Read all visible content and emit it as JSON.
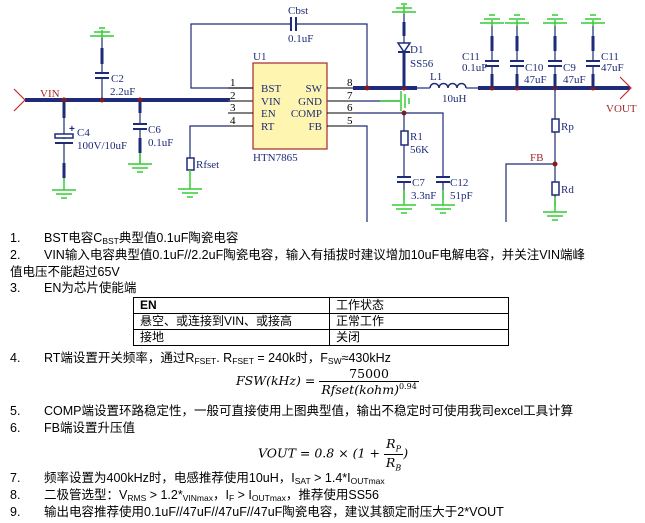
{
  "schematic": {
    "ic": {
      "ref": "U1",
      "part": "HTN7865",
      "pins_left": [
        {
          "num": "1",
          "name": "BST"
        },
        {
          "num": "2",
          "name": "VIN"
        },
        {
          "num": "3",
          "name": "EN"
        },
        {
          "num": "4",
          "name": "RT"
        }
      ],
      "pins_right": [
        {
          "num": "8",
          "name": "SW"
        },
        {
          "num": "7",
          "name": "GND"
        },
        {
          "num": "6",
          "name": "COMP"
        },
        {
          "num": "5",
          "name": "FB"
        }
      ]
    },
    "nets": {
      "vin": "VIN",
      "vout": "VOUT",
      "fb": "FB"
    },
    "components": {
      "cbst": {
        "ref": "Cbst",
        "value": "0.1uF"
      },
      "c2": {
        "ref": "C2",
        "value": "2.2uF"
      },
      "c4": {
        "ref": "C4",
        "value": "100V/10uF"
      },
      "c6": {
        "ref": "C6",
        "value": "0.1uF"
      },
      "rfset": {
        "ref": "Rfset"
      },
      "d1": {
        "ref": "D1",
        "value": "SS56"
      },
      "l1": {
        "ref": "L1",
        "value": "10uH"
      },
      "r1": {
        "ref": "R1",
        "value": "56K"
      },
      "c7": {
        "ref": "C7",
        "value": "3.3nF"
      },
      "c12": {
        "ref": "C12",
        "value": "51pF"
      },
      "c11a": {
        "ref": "C11",
        "value": "0.1uF"
      },
      "c10": {
        "ref": "C10",
        "value": "47uF"
      },
      "c9": {
        "ref": "C9",
        "value": "47uF"
      },
      "c11b": {
        "ref": "C11",
        "value": "47uF"
      },
      "rp": {
        "ref": "Rp"
      },
      "rd": {
        "ref": "Rd"
      }
    },
    "colors": {
      "wire": "#1e2b78",
      "ground": "#33cc33",
      "net_label": "#a5282a",
      "ic_fill": "#fdf5b0",
      "ic_border": "#a5282a"
    }
  },
  "notes": {
    "n1": {
      "num": "1.",
      "a": "BST电容C",
      "sub": "BST",
      "b": "典型值0.1uF陶瓷电容"
    },
    "n2": {
      "num": "2.",
      "text": "VIN输入电容典型值0.1uF//2.2uF陶瓷电容，输入有插拔时建议增加10uF电解电容，并关注VIN端峰",
      "cont": "值电压不能超过65V"
    },
    "n3": {
      "num": "3.",
      "text": "EN为芯片使能端"
    },
    "en_table": {
      "header": [
        "EN",
        "工作状态"
      ],
      "rows": [
        [
          "悬空、或连接到VIN、或接高",
          "正常工作"
        ],
        [
          "接地",
          "关闭"
        ]
      ]
    },
    "n4": {
      "num": "4.",
      "a": "RT端设置开关频率，通过R",
      "s1": "FSET",
      "b": ". R",
      "s2": "FSET",
      "c": " = 240k时，F",
      "s3": "SW",
      "d": "≈430kHz"
    },
    "f1": {
      "lhs": "FSW(kHz) = ",
      "num": "75000",
      "den": "Rfset(kohm)",
      "exp": "0.94"
    },
    "n5": {
      "num": "5.",
      "text": "COMP端设置环路稳定性，一般可直接使用上图典型值，输出不稳定时可使用我司excel工具计算"
    },
    "n6": {
      "num": "6.",
      "text": "FB端设置升压值"
    },
    "f2": {
      "lhs": "VOUT = 0.8 × (1 + ",
      "num": "R",
      "nsub": "P",
      "den": "R",
      "dsub": "B",
      "rhs": ")"
    },
    "n7": {
      "num": "7.",
      "a": "频率设置为400kHz时，电感推荐使用10uH，I",
      "s1": "SAT",
      "b": " > 1.4*I",
      "s2": "OUTmax"
    },
    "n8": {
      "num": "8.",
      "a": "二极管选型：V",
      "s1": "RMS",
      "b": " > 1.2*",
      "s2": "VINmax",
      "c": "，I",
      "s3": "F",
      "d": " > I",
      "s4": "OUTmax",
      "e": "，推荐使用SS56"
    },
    "n9": {
      "num": "9.",
      "text": "输出电容推荐使用0.1uF//47uF//47uF//47uF陶瓷电容，建议其额定耐压大于2*VOUT"
    }
  }
}
